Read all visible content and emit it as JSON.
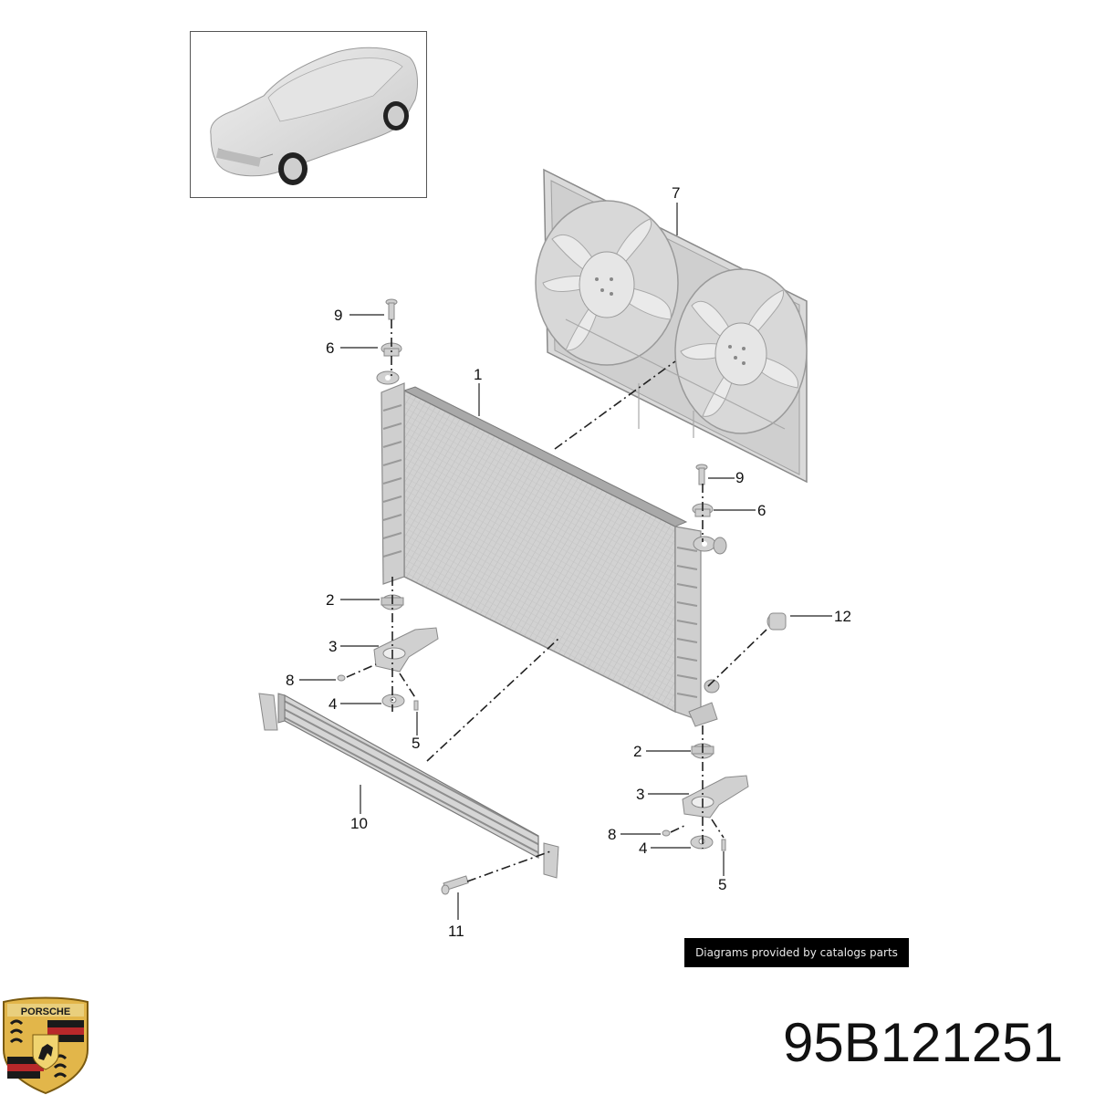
{
  "diagram": {
    "type": "exploded-parts-view",
    "subject": "Radiator / cooling module assembly",
    "thumbnail": {
      "depicts": "vehicle-overview",
      "alt": "Porsche SUV overview"
    },
    "credit_banner": "Diagrams provided by catalogs parts",
    "part_number": "95B121251",
    "brand_logo": "porsche-crest",
    "colors": {
      "background": "#ffffff",
      "part_fill": "#d4d4d4",
      "part_stroke": "#8a8a8a",
      "leader_line": "#222222",
      "banner_bg": "#000000",
      "banner_text": "#e8e8e8",
      "crest_gold": "#e2b64a",
      "crest_red": "#b8282a",
      "crest_black": "#1a1a1a"
    },
    "callouts": [
      {
        "id": "c1",
        "label": "1",
        "part": "radiator"
      },
      {
        "id": "c7",
        "label": "7",
        "part": "fan-shroud-with-dual-fans"
      },
      {
        "id": "c9a",
        "label": "9",
        "part": "upper-left-bolt"
      },
      {
        "id": "c6a",
        "label": "6",
        "part": "upper-left-mount-bushing"
      },
      {
        "id": "c9b",
        "label": "9",
        "part": "upper-right-bolt"
      },
      {
        "id": "c6b",
        "label": "6",
        "part": "upper-right-mount-bushing"
      },
      {
        "id": "c12",
        "label": "12",
        "part": "hose-connector"
      },
      {
        "id": "c2a",
        "label": "2",
        "part": "lower-left-rubber-mount"
      },
      {
        "id": "c3a",
        "label": "3",
        "part": "lower-left-bracket"
      },
      {
        "id": "c8a",
        "label": "8",
        "part": "lower-left-screw"
      },
      {
        "id": "c4a",
        "label": "4",
        "part": "lower-left-rubber-washer"
      },
      {
        "id": "c5a",
        "label": "5",
        "part": "lower-left-pin"
      },
      {
        "id": "c10",
        "label": "10",
        "part": "auxiliary-cooler"
      },
      {
        "id": "c11",
        "label": "11",
        "part": "aux-cooler-bolt"
      },
      {
        "id": "c2b",
        "label": "2",
        "part": "lower-right-rubber-mount"
      },
      {
        "id": "c3b",
        "label": "3",
        "part": "lower-right-bracket"
      },
      {
        "id": "c8b",
        "label": "8",
        "part": "lower-right-screw"
      },
      {
        "id": "c4b",
        "label": "4",
        "part": "lower-right-rubber-washer"
      },
      {
        "id": "c5b",
        "label": "5",
        "part": "lower-right-pin"
      }
    ]
  }
}
